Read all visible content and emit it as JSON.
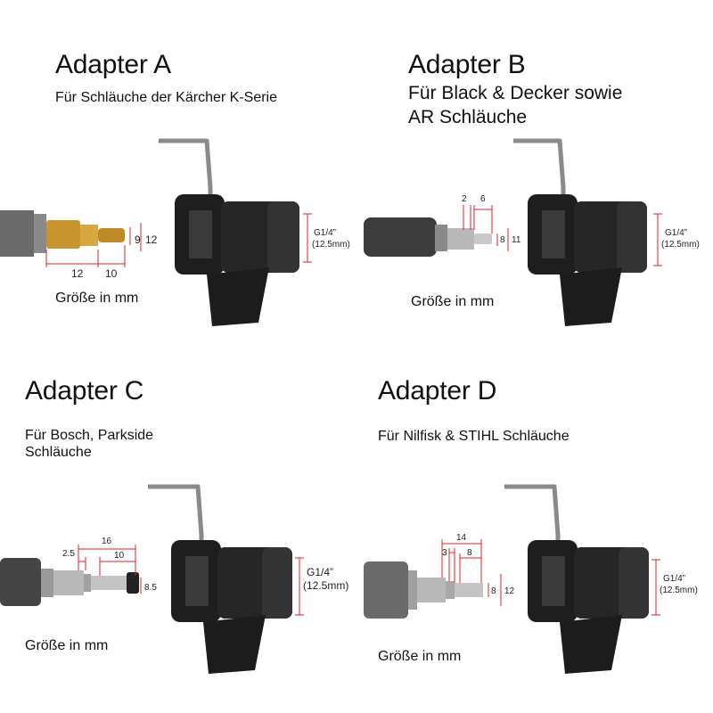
{
  "colors": {
    "dimension_line": "#e0202a",
    "adapter_body": "#1e1e1e",
    "brass": "#c8952e",
    "steel": "#b8b8b8",
    "hose": "#6a6a6a"
  },
  "adapters": [
    {
      "title": "Adapter A",
      "subtitle_lines": [
        "Für Schläuche der Kärcher K-Serie"
      ],
      "size_label": "Größe in mm",
      "dims": [
        "9",
        "12",
        "12",
        "10"
      ],
      "thread_label": [
        "G1/4”",
        "(12.5mm)"
      ]
    },
    {
      "title": "Adapter B",
      "subtitle_lines": [
        "Für Black & Decker sowie",
        "AR Schläuche"
      ],
      "size_label": "Größe in mm",
      "dims": [
        "2",
        "6",
        "8",
        "11"
      ],
      "thread_label": [
        "G1/4”",
        "(12.5mm)"
      ]
    },
    {
      "title": "Adapter C",
      "subtitle_lines": [
        "Für Bosch, Parkside",
        "Schläuche"
      ],
      "size_label": "Größe in mm",
      "dims": [
        "16",
        "2.5",
        "10",
        "8.5"
      ],
      "thread_label": [
        "G1/4”",
        "(12.5mm)"
      ]
    },
    {
      "title": "Adapter D",
      "subtitle_lines": [
        "Für Nilfisk & STIHL Schläuche"
      ],
      "size_label": "Größe in mm",
      "dims": [
        "14",
        "3",
        "8",
        "8",
        "12"
      ],
      "thread_label": [
        "G1/4”",
        "(12.5mm)"
      ]
    }
  ]
}
